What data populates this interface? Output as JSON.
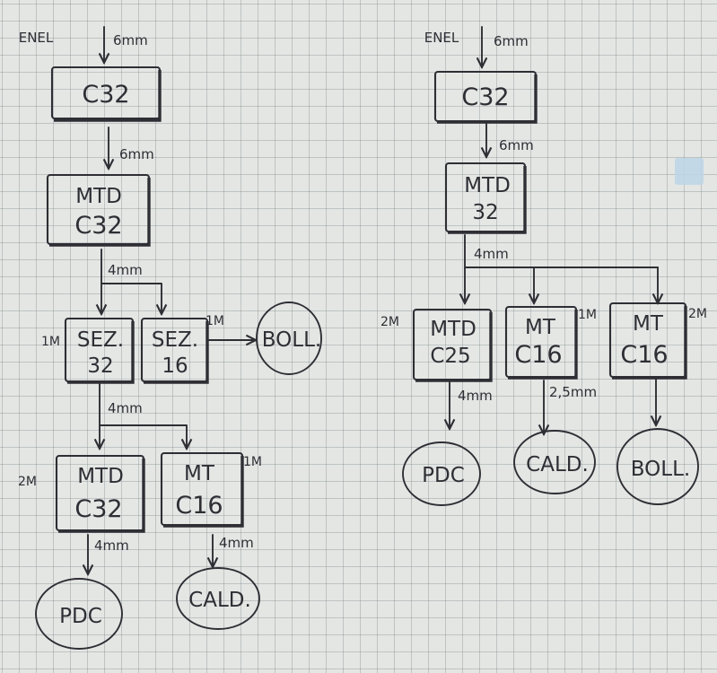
{
  "left_diagram": {
    "source": "ENEL",
    "cable_in": "6mm",
    "c32": "C32",
    "cable_c32_mtd": "6mm",
    "mtd_main": {
      "line1": "MTD",
      "line2": "C32"
    },
    "cable_mtd_sez": "4mm",
    "sez32": {
      "line1": "SEZ.",
      "line2": "32",
      "modules": "1M"
    },
    "sez16": {
      "line1": "SEZ.",
      "line2": "16",
      "modules": "1M"
    },
    "boll": "BOLL.",
    "cable_sez_sub": "4mm",
    "mtd_pdc": {
      "line1": "MTD",
      "line2": "C32",
      "modules": "2M"
    },
    "mt_cald": {
      "line1": "MT",
      "line2": "C16",
      "modules": "1M"
    },
    "cable_pdc": "4mm",
    "cable_cald": "4mm",
    "pdc": "PDC",
    "cald": "CALD."
  },
  "right_diagram": {
    "source": "ENEL",
    "cable_in": "6mm",
    "c32": "C32",
    "cable_c32_mtd": "6mm",
    "mtd_main": {
      "line1": "MTD",
      "line2": "32"
    },
    "cable_bus": "4mm",
    "mtd_pdc": {
      "line1": "MTD",
      "line2": "C25",
      "modules": "2M"
    },
    "mt_cald": {
      "line1": "MT",
      "line2": "C16",
      "modules": "1M"
    },
    "mt_boll": {
      "line1": "MT",
      "line2": "C16",
      "modules": "2M"
    },
    "cable_pdc": "4mm",
    "cable_cald": "2,5mm",
    "pdc": "PDC",
    "cald": "CALD.",
    "boll": "BOLL."
  }
}
